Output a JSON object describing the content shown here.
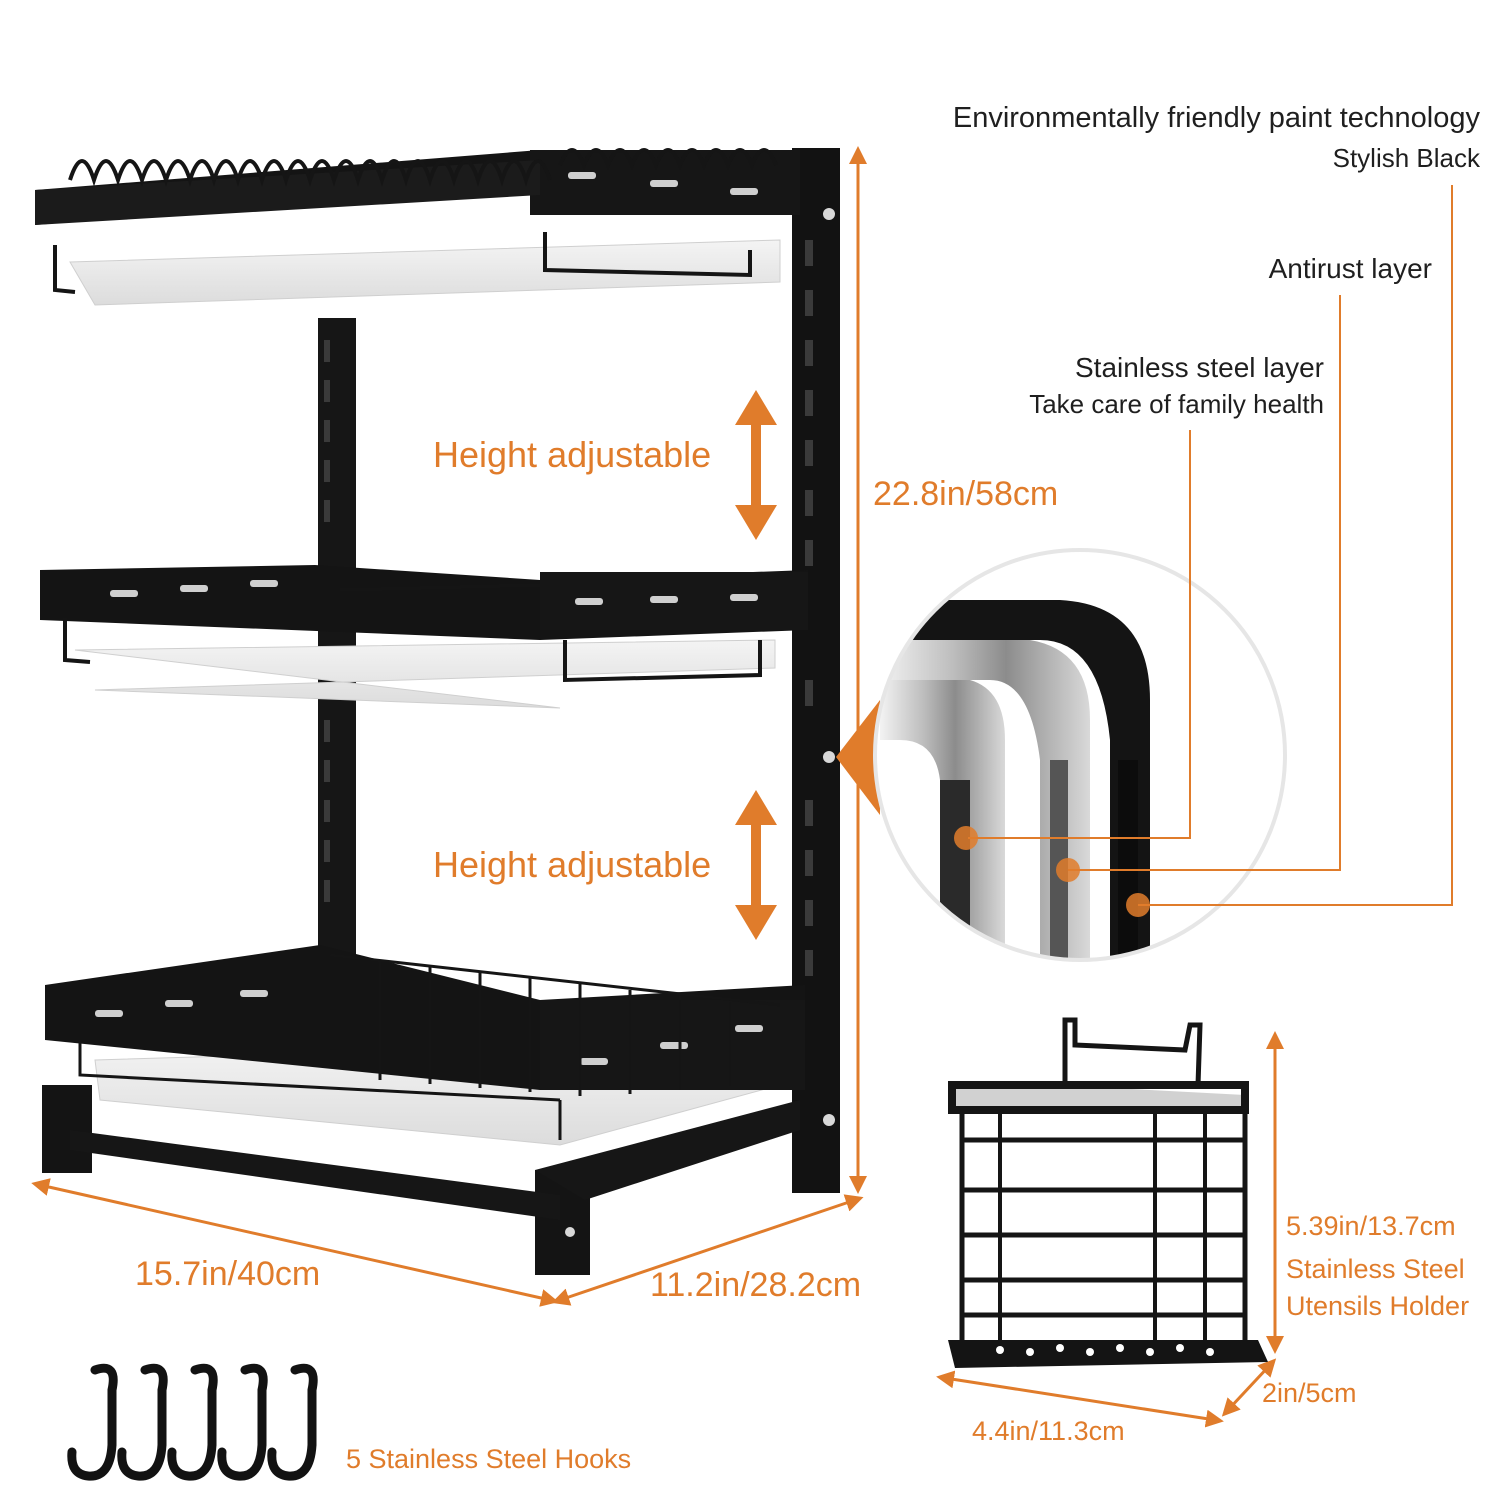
{
  "colors": {
    "accent": "#e07c2b",
    "rack": "#111111",
    "text": "#1f1f1f",
    "tray": "#e9e9e9"
  },
  "callouts": {
    "paint_line1": "Environmentally friendly paint technology",
    "paint_line2": "Stylish Black",
    "antirust": "Antirust layer",
    "steel_line1": "Stainless steel layer",
    "steel_line2": "Take care of family health"
  },
  "rack": {
    "height_adjustable_top": "Height adjustable",
    "height_adjustable_bottom": "Height adjustable",
    "height": "22.8in/58cm",
    "width": "15.7in/40cm",
    "depth": "11.2in/28.2cm"
  },
  "utensil_holder": {
    "height": "5.39in/13.7cm",
    "name_line1": "Stainless Steel",
    "name_line2": "Utensils Holder",
    "depth": "2in/5cm",
    "width": "4.4in/11.3cm"
  },
  "hooks": {
    "label": "5 Stainless Steel Hooks"
  },
  "icons": [
    "arrow-up-down-icon",
    "hook-icon",
    "magnifier-circle-icon"
  ]
}
